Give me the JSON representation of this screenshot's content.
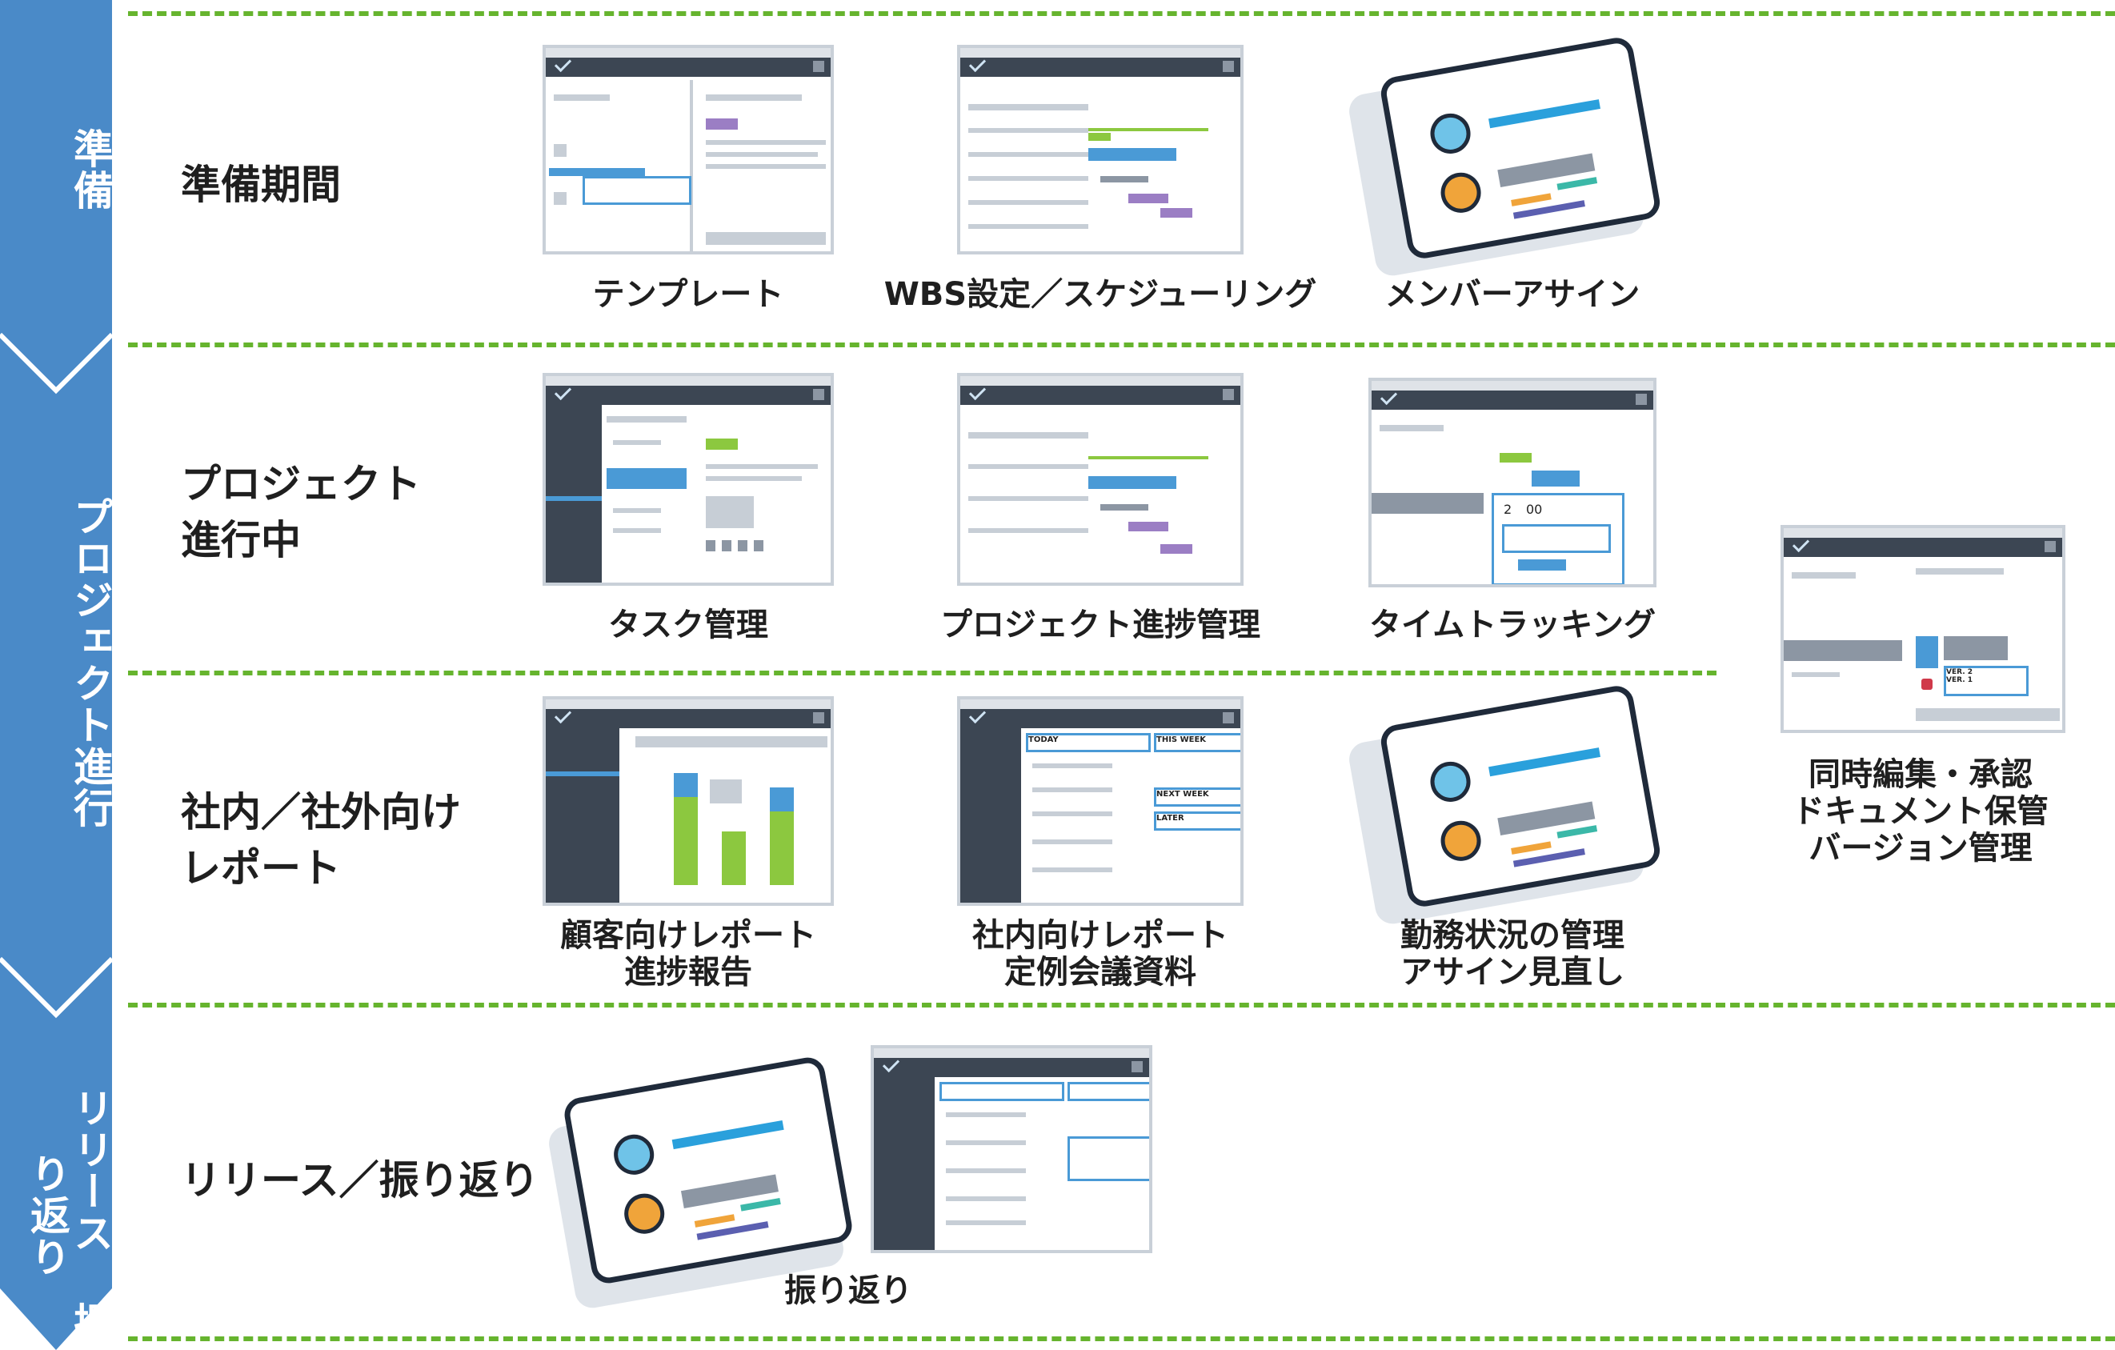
{
  "phases": {
    "prep": "準備",
    "progress": "プロジェクト進行",
    "release": "リリース 振り返り"
  },
  "rows": {
    "r1": "準備期間",
    "r2": "プロジェクト\n進行中",
    "r3": "社内／社外向け\nレポート",
    "r4": "リリース／振り返り"
  },
  "captions": {
    "template": "テンプレート",
    "wbs": "WBS設定／スケジューリング",
    "assign": "メンバーアサイン",
    "task": "タスク管理",
    "progress_mgmt": "プロジェクト進捗管理",
    "timetracking": "タイムトラッキング",
    "customer_report": "顧客向けレポート\n進捗報告",
    "internal_report": "社内向けレポート\n定例会議資料",
    "attendance": "勤務状況の管理\nアサイン見直し",
    "review": "振り返り",
    "collab": "同時編集・承認\nドキュメント保管\nバージョン管理"
  },
  "mock_labels": {
    "today": "TODAY",
    "this_week": "THIS WEEK",
    "next_week": "NEXT WEEK",
    "later": "LATER",
    "timer_a": "2",
    "timer_b": "00",
    "ver1": "VER. 2",
    "ver2": "VER. 1"
  },
  "colors": {
    "arrow": "#4a8ac8",
    "dash": "#66b42e",
    "text": "#1f1f1f"
  }
}
